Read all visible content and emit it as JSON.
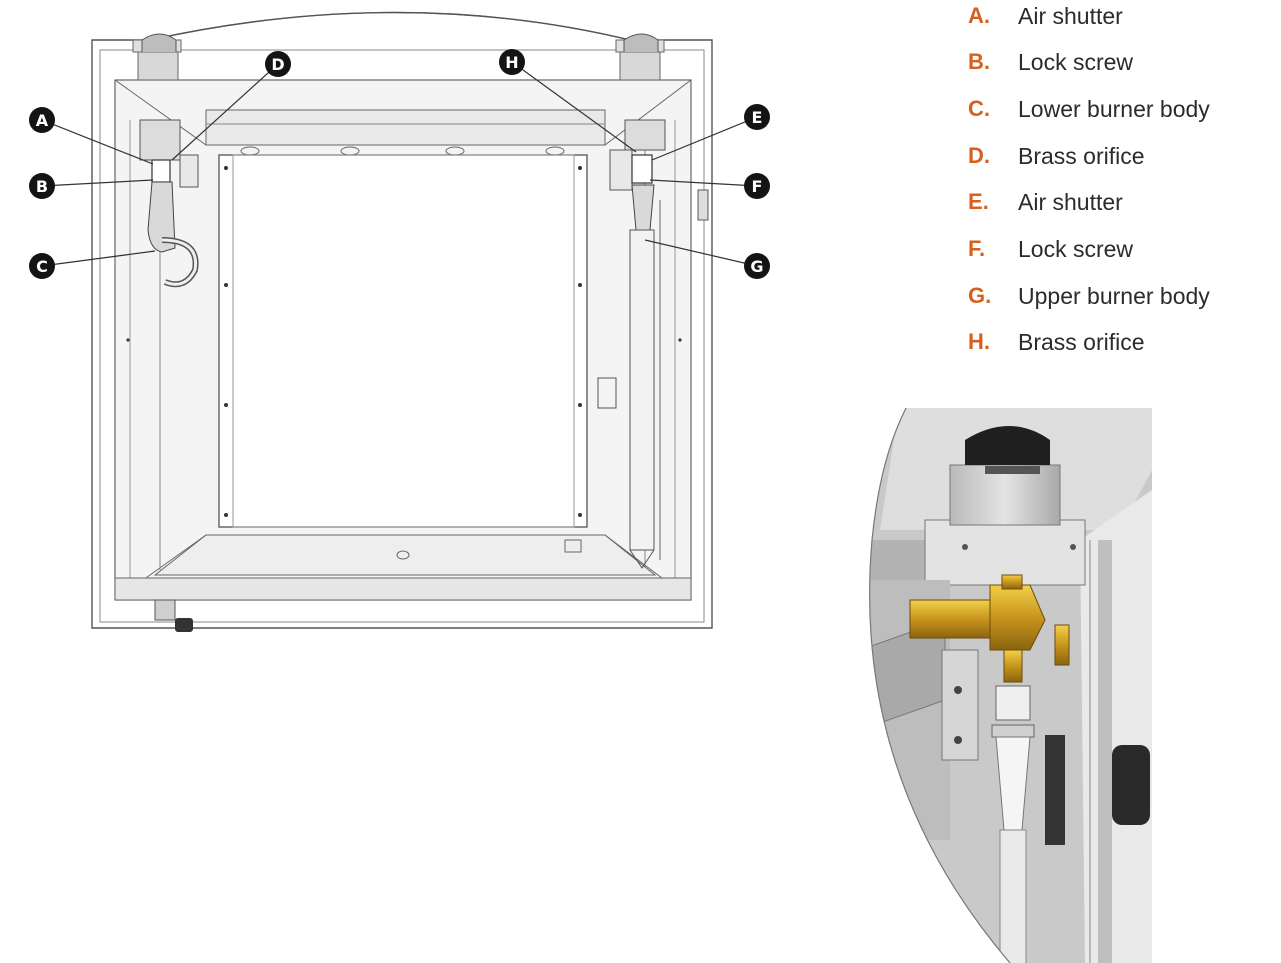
{
  "accent_color": "#d4611e",
  "callouts": [
    {
      "letter": "A",
      "label": "Air shutter"
    },
    {
      "letter": "B",
      "label": "Lock screw"
    },
    {
      "letter": "C",
      "label": "Lower burner body"
    },
    {
      "letter": "D",
      "label": "Brass orifice"
    },
    {
      "letter": "E",
      "label": "Air shutter"
    },
    {
      "letter": "F",
      "label": "Lock screw"
    },
    {
      "letter": "G",
      "label": "Upper burner body"
    },
    {
      "letter": "H",
      "label": "Brass orifice"
    }
  ]
}
